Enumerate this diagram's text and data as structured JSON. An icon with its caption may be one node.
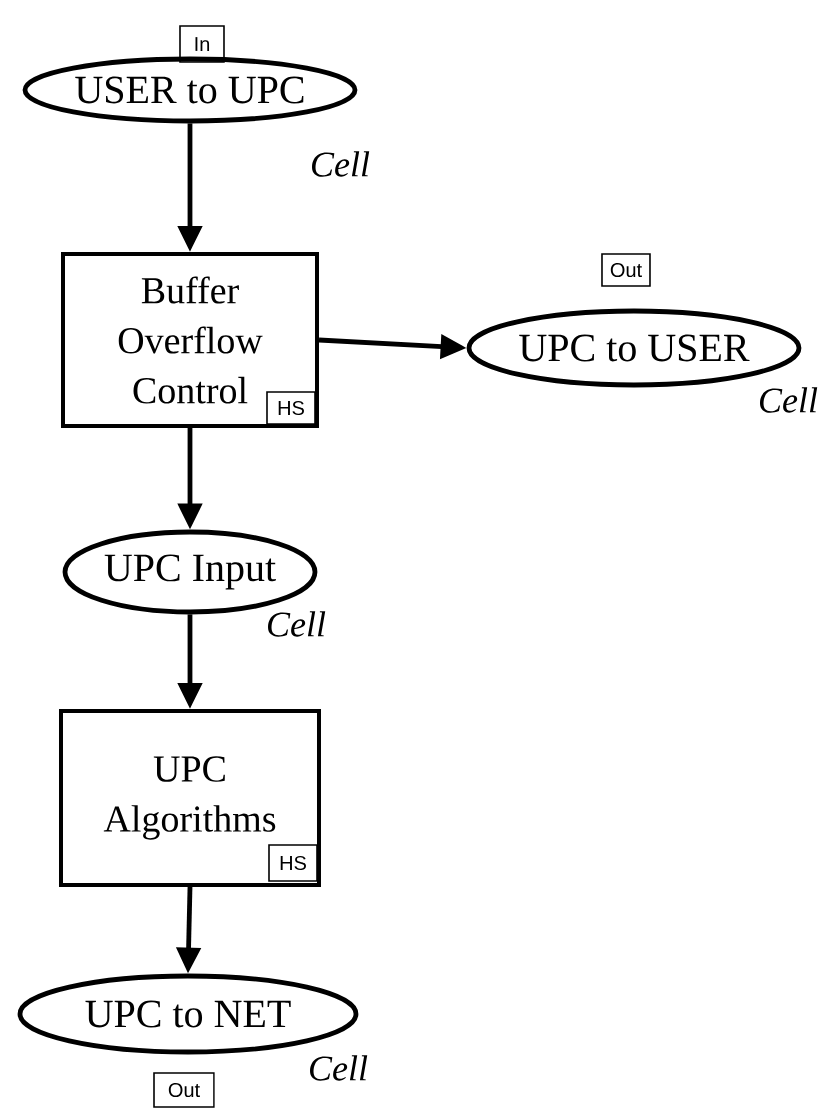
{
  "diagram": {
    "nodes": [
      {
        "text": [
          "In"
        ]
      },
      {
        "text": [
          "USER to UPC"
        ],
        "beside": [
          "Cell"
        ]
      },
      {
        "text": [
          "Buffer Overflow Control"
        ]
      },
      {
        "text": [
          "HS"
        ],
        "in": 2
      },
      {
        "text": [
          "Out"
        ]
      },
      {
        "text": [
          "UPC to USER"
        ],
        "beside": [
          "Cell"
        ]
      },
      {
        "text": [
          "UPC Input"
        ],
        "beside": [
          "Cell"
        ]
      },
      {
        "text": [
          "UPC Algorithms"
        ]
      },
      {
        "text": [
          "HS"
        ],
        "in": 7
      },
      {
        "text": [
          "UPC to NET"
        ],
        "beside": [
          "Cell"
        ]
      },
      {
        "text": [
          "Out"
        ]
      }
    ],
    "edges": [
      {
        "from": 1,
        "to": 2,
        "arrow": "to"
      },
      {
        "from": 2,
        "to": 5,
        "arrow": "to"
      },
      {
        "from": 2,
        "to": 6,
        "arrow": "to"
      },
      {
        "from": 6,
        "to": 7,
        "arrow": "to"
      },
      {
        "from": 7,
        "to": 9,
        "arrow": "to"
      }
    ]
  }
}
